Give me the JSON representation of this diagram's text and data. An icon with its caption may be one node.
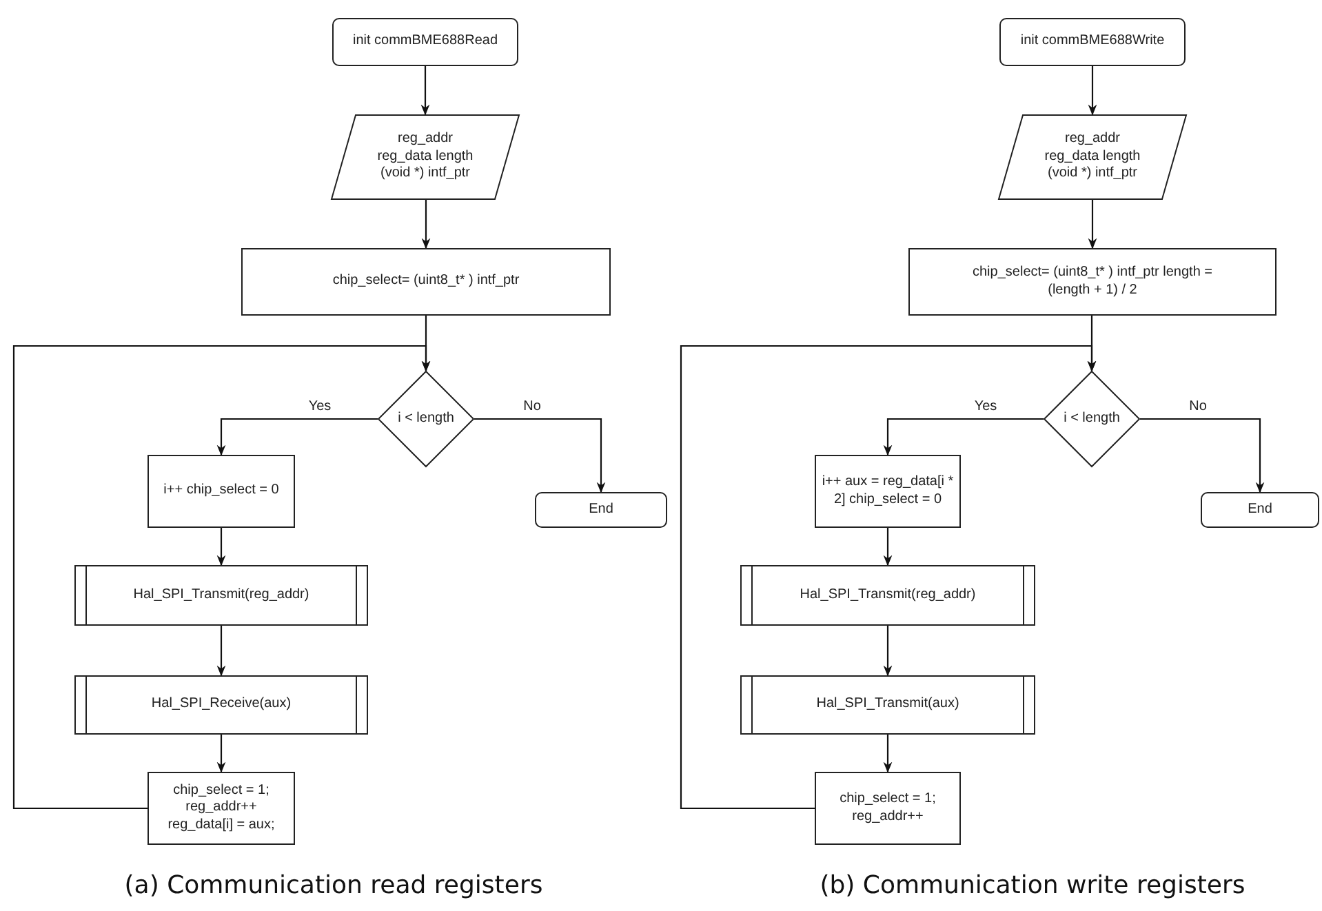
{
  "diagram": {
    "nodes": [
      {
        "text": [
          "init commBME688Read"
        ]
      },
      {
        "text": [
          "reg_addr reg_data length (void *) intf_ptr"
        ]
      },
      {
        "text": [
          "chip_select= (uint8_t* ) intf_ptr"
        ]
      },
      {
        "text": [
          "i < length"
        ]
      },
      {
        "text": [
          "i++ chip_select = 0"
        ]
      },
      {
        "text": [
          "End"
        ]
      },
      {
        "text": [
          "Hal_SPI_Transmit(reg_addr)"
        ]
      },
      {
        "text": [
          "Hal_SPI_Receive(aux)"
        ]
      },
      {
        "text": [
          "chip_select = 1; reg_addr++ reg_data[i] = aux;"
        ]
      },
      {
        "text": [
          "init commBME688Write"
        ]
      },
      {
        "text": [
          "reg_addr reg_data length (void *) intf_ptr"
        ]
      },
      {
        "text": [
          "chip_select= (uint8_t* ) intf_ptr length = (length + 1) / 2"
        ]
      },
      {
        "text": [
          "i < length"
        ]
      },
      {
        "text": [
          "i++ aux = reg_data[i * 2] chip_select = 0"
        ]
      },
      {
        "text": [
          "End"
        ]
      },
      {
        "text": [
          "Hal_SPI_Transmit(reg_addr)"
        ]
      },
      {
        "text": [
          "Hal_SPI_Transmit(aux)"
        ]
      },
      {
        "text": [
          "chip_select = 1; reg_addr++"
        ]
      }
    ],
    "edges": [
      {
        "from": 0,
        "to": 1,
        "arrow": "to"
      },
      {
        "from": 1,
        "to": 2,
        "arrow": "to"
      },
      {
        "from": 2,
        "to": 3,
        "arrow": "to"
      },
      {
        "from": 3,
        "to": 4,
        "arrow": "to",
        "label": "Yes"
      },
      {
        "from": 3,
        "to": 5,
        "arrow": "to",
        "label": "No"
      },
      {
        "from": 4,
        "to": 6,
        "arrow": "to"
      },
      {
        "from": 6,
        "to": 7,
        "arrow": "to"
      },
      {
        "from": 7,
        "to": 8,
        "arrow": "to"
      },
      {
        "from": 8,
        "to": 3,
        "arrow": "to"
      },
      {
        "from": 9,
        "to": 10,
        "arrow": "to"
      },
      {
        "from": 10,
        "to": 11,
        "arrow": "to"
      },
      {
        "from": 11,
        "to": 12,
        "arrow": "to"
      },
      {
        "from": 12,
        "to": 13,
        "arrow": "to",
        "label": "Yes"
      },
      {
        "from": 12,
        "to": 14,
        "arrow": "to",
        "label": "No"
      },
      {
        "from": 13,
        "to": 15,
        "arrow": "to"
      },
      {
        "from": 15,
        "to": 16,
        "arrow": "to"
      },
      {
        "from": 16,
        "to": 17,
        "arrow": "to"
      },
      {
        "from": 17,
        "to": 12,
        "arrow": "to"
      }
    ],
    "labels": [
      "(a) Communication read registers",
      "(b) Communication write registers"
    ]
  }
}
